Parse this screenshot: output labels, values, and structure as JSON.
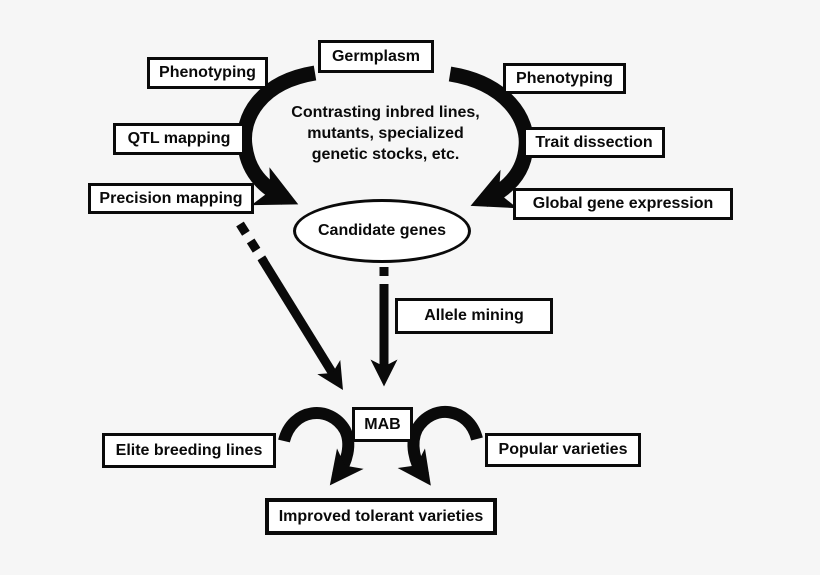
{
  "canvas": {
    "background": "#f6f6f6",
    "ink": "#0a0a0a",
    "box_fill": "#ffffff"
  },
  "nodes": {
    "germplasm": {
      "label": "Germplasm"
    },
    "phenotyping_left": {
      "label": "Phenotyping"
    },
    "phenotyping_right": {
      "label": "Phenotyping"
    },
    "qtl_mapping": {
      "label": "QTL mapping"
    },
    "trait_dissection": {
      "label": "Trait dissection"
    },
    "precision_mapping": {
      "label": "Precision mapping"
    },
    "global_gene_expression": {
      "label": "Global gene expression"
    },
    "candidate_genes": {
      "label": "Candidate genes"
    },
    "allele_mining": {
      "label": "Allele mining"
    },
    "mab": {
      "label": "MAB"
    },
    "elite_breeding_lines": {
      "label": "Elite breeding lines"
    },
    "popular_varieties": {
      "label": "Popular varieties"
    },
    "improved_tolerant_varieties": {
      "label": "Improved tolerant varieties"
    }
  },
  "central_note": {
    "lines": [
      "Contrasting inbred lines,",
      "mutants, specialized",
      "genetic stocks, etc."
    ]
  },
  "flows": [
    {
      "from": "Germplasm",
      "to": "Candidate genes",
      "style": "thick curved arc, left side"
    },
    {
      "from": "Germplasm",
      "to": "Candidate genes",
      "style": "thick curved arc, right side"
    },
    {
      "from": "Precision mapping",
      "to": "MAB",
      "style": "dashed-then-solid diagonal arrow"
    },
    {
      "from": "Candidate genes",
      "to": "MAB",
      "style": "dashed-then-solid vertical arrow"
    },
    {
      "from": "Elite breeding lines",
      "to": "Improved tolerant varieties",
      "style": "curled arrow"
    },
    {
      "from": "Popular varieties",
      "to": "Improved tolerant varieties",
      "style": "curled arrow"
    }
  ]
}
